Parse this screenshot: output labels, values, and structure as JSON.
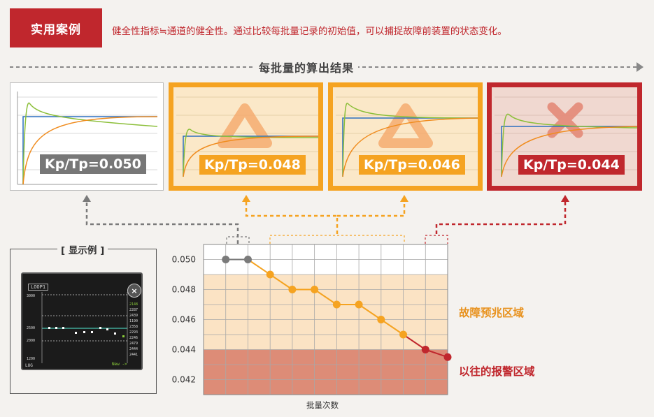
{
  "header": {
    "badge": "实用案例",
    "description": "健全性指标≒通道的健全性。通过比较每批量记录的初始值，可以捕捉故障前装置的状态变化。"
  },
  "section_title": "每批量的算出结果",
  "panels": [
    {
      "label": "Kp/Tp=0.050",
      "status": "normal",
      "marker": "none"
    },
    {
      "label": "Kp/Tp=0.048",
      "status": "warning",
      "marker": "triangle"
    },
    {
      "label": "Kp/Tp=0.046",
      "status": "warning",
      "marker": "triangle"
    },
    {
      "label": "Kp/Tp=0.044",
      "status": "past",
      "marker": "cross"
    }
  ],
  "colors": {
    "red": "#c0272d",
    "orange": "#f5a321",
    "gray": "#7a7a7a",
    "fault_zone": "#fbe3c4",
    "past_zone": "#dd8c77"
  },
  "display_example": {
    "title": "[ 显示例 ]",
    "loop_tag": "LOOP1",
    "y_ticks": [
      "3000",
      "2500",
      "2000",
      "1200"
    ],
    "values": [
      "2148",
      "2287",
      "2439",
      "1190",
      "2358",
      "2293",
      "2246",
      "2479",
      "2444",
      "2441"
    ],
    "footer_left": "LOG",
    "footer_right": "New ->"
  },
  "zones": {
    "fault": "故障预兆区域",
    "past": "以往的报警区域"
  },
  "chart_data": {
    "type": "line",
    "xlabel": "批量次数",
    "ylabel": "",
    "ylim": [
      0.041,
      0.051
    ],
    "yticks": [
      "0.050",
      "0.048",
      "0.046",
      "0.044",
      "0.042"
    ],
    "x": [
      1,
      2,
      3,
      4,
      5,
      6,
      7,
      8,
      9,
      10,
      11
    ],
    "values": [
      0.05,
      0.05,
      0.049,
      0.048,
      0.048,
      0.047,
      0.047,
      0.046,
      0.045,
      0.044,
      0.0435
    ],
    "point_status": [
      "normal",
      "normal",
      "warning",
      "warning",
      "warning",
      "warning",
      "warning",
      "warning",
      "warning",
      "past",
      "past"
    ],
    "zones": [
      {
        "name": "normal",
        "from": 0.049,
        "to": 0.051
      },
      {
        "name": "fault",
        "from": 0.044,
        "to": 0.049
      },
      {
        "name": "past",
        "from": 0.041,
        "to": 0.044
      }
    ]
  }
}
